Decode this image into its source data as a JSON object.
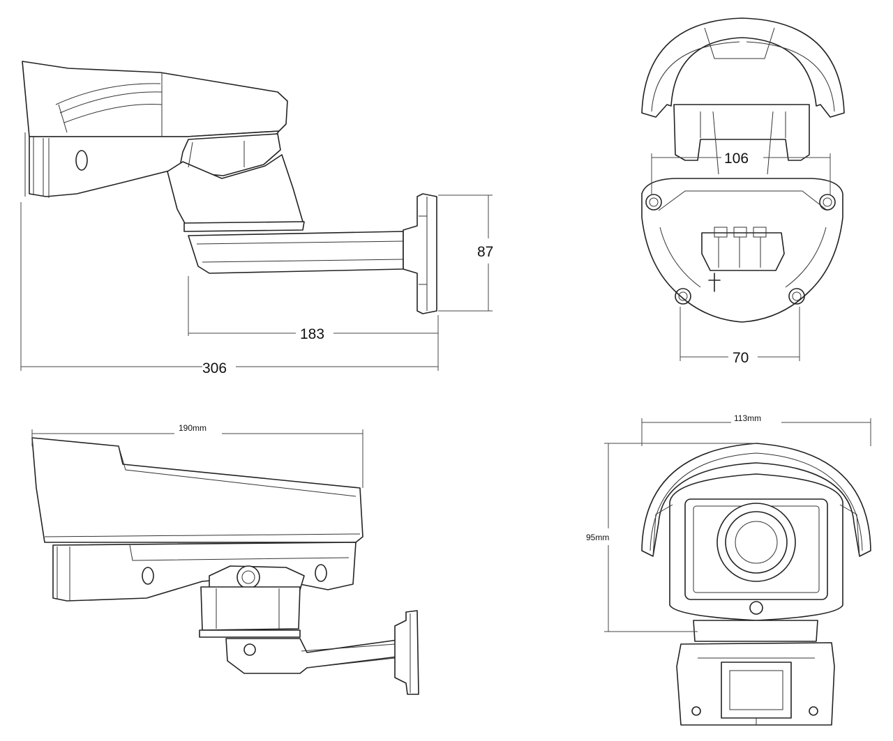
{
  "views": {
    "side_with_bracket": {
      "overall_length": "306",
      "bracket_length": "183",
      "bracket_height": "87"
    },
    "rear_mount": {
      "upper_width": "106",
      "lower_width": "70"
    },
    "side_housing": {
      "housing_length": "190mm"
    },
    "front": {
      "width": "113mm",
      "height": "95mm"
    }
  },
  "colors": {
    "line": "#222222",
    "background": "#ffffff"
  }
}
